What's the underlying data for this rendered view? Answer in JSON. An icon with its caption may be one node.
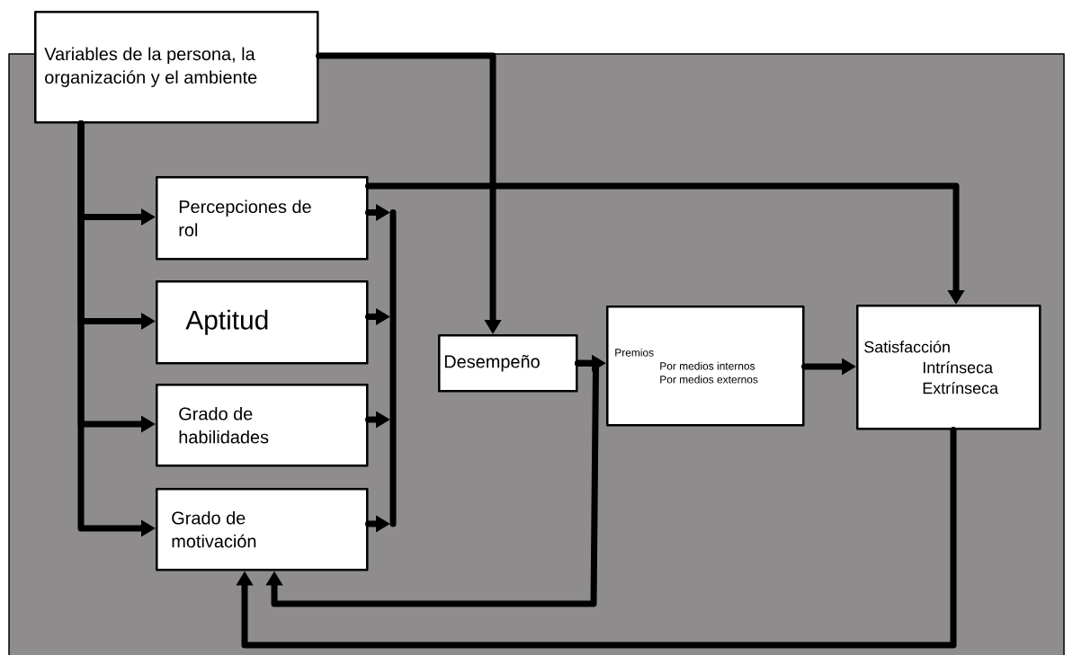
{
  "diagram": {
    "nodes": [
      {
        "text": [
          "Variables de la persona, la organización y el ambiente"
        ]
      },
      {
        "text": [
          "Percepciones de rol"
        ]
      },
      {
        "text": [
          "Aptitud"
        ]
      },
      {
        "text": [
          "Grado de habilidades"
        ]
      },
      {
        "text": [
          "Grado de motivación"
        ]
      },
      {
        "text": [
          "Desempeño"
        ]
      },
      {
        "text": [
          "Premios",
          "Por medios internos",
          "Por medios externos"
        ]
      },
      {
        "text": [
          "Satisfacción",
          "Intrínseca",
          "Extrínseca"
        ]
      }
    ],
    "edges": [
      {
        "from": 0,
        "to": 1,
        "arrow": "to"
      },
      {
        "from": 0,
        "to": 2,
        "arrow": "to"
      },
      {
        "from": 0,
        "to": 3,
        "arrow": "to"
      },
      {
        "from": 0,
        "to": 4,
        "arrow": "to"
      },
      {
        "from": 0,
        "to": 5,
        "arrow": "to"
      },
      {
        "from": 1,
        "to": 7,
        "arrow": "to"
      },
      {
        "from": 1,
        "to": null,
        "arrow": "to"
      },
      {
        "from": 2,
        "to": null,
        "arrow": "to"
      },
      {
        "from": 3,
        "to": null,
        "arrow": "to"
      },
      {
        "from": 4,
        "to": null,
        "arrow": "to"
      },
      {
        "from": 5,
        "to": 6,
        "arrow": "to"
      },
      {
        "from": 6,
        "to": 7,
        "arrow": "to"
      },
      {
        "from": 5,
        "to": 4,
        "arrow": "to"
      },
      {
        "from": 7,
        "to": 4,
        "arrow": "to"
      }
    ]
  }
}
